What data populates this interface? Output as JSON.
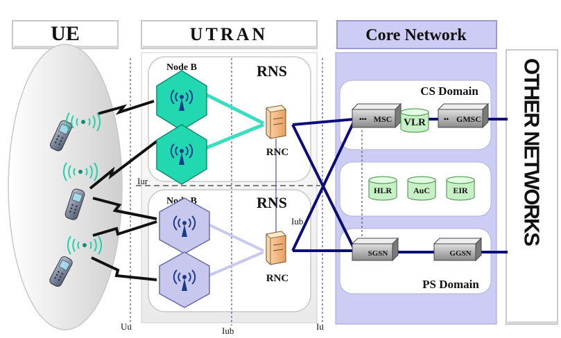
{
  "headers": {
    "ue": "UE",
    "utran": "UTRAN",
    "core": "Core Network",
    "other": "OTHER NETWORKS"
  },
  "rns": {
    "top": "RNS",
    "bottom": "RNS"
  },
  "nodeb": {
    "top": "Node B",
    "bottom": "Node B"
  },
  "rnc": {
    "top": "RNC",
    "bottom": "RNC"
  },
  "domains": {
    "cs": "CS Domain",
    "ps": "PS Domain"
  },
  "nodes": {
    "msc": "MSC",
    "vlr": "VLR",
    "gmsc": "GMSC",
    "hlr": "HLR",
    "auc": "AuC",
    "eir": "EIR",
    "sgsn": "SGSN",
    "ggsn": "GGSN"
  },
  "interfaces": {
    "iur": "Iur",
    "iub_bottom": "Iub",
    "iub_mid": "Iub",
    "uu": "Uu",
    "iu": "Iu"
  },
  "colors": {
    "core_bg": "#ccccf5",
    "nodeb_top": "#22d8b0",
    "nodeb_bottom": "#c8c8ef",
    "link_dark": "#0c0c7a",
    "link_light_top": "#3adfc0",
    "link_light_bottom": "#c8c8f0"
  },
  "icons": [
    "mobile-phone-icon",
    "radio-waves-icon",
    "antenna-icon",
    "server-tower-icon",
    "router-box-icon",
    "database-cylinder-icon"
  ]
}
